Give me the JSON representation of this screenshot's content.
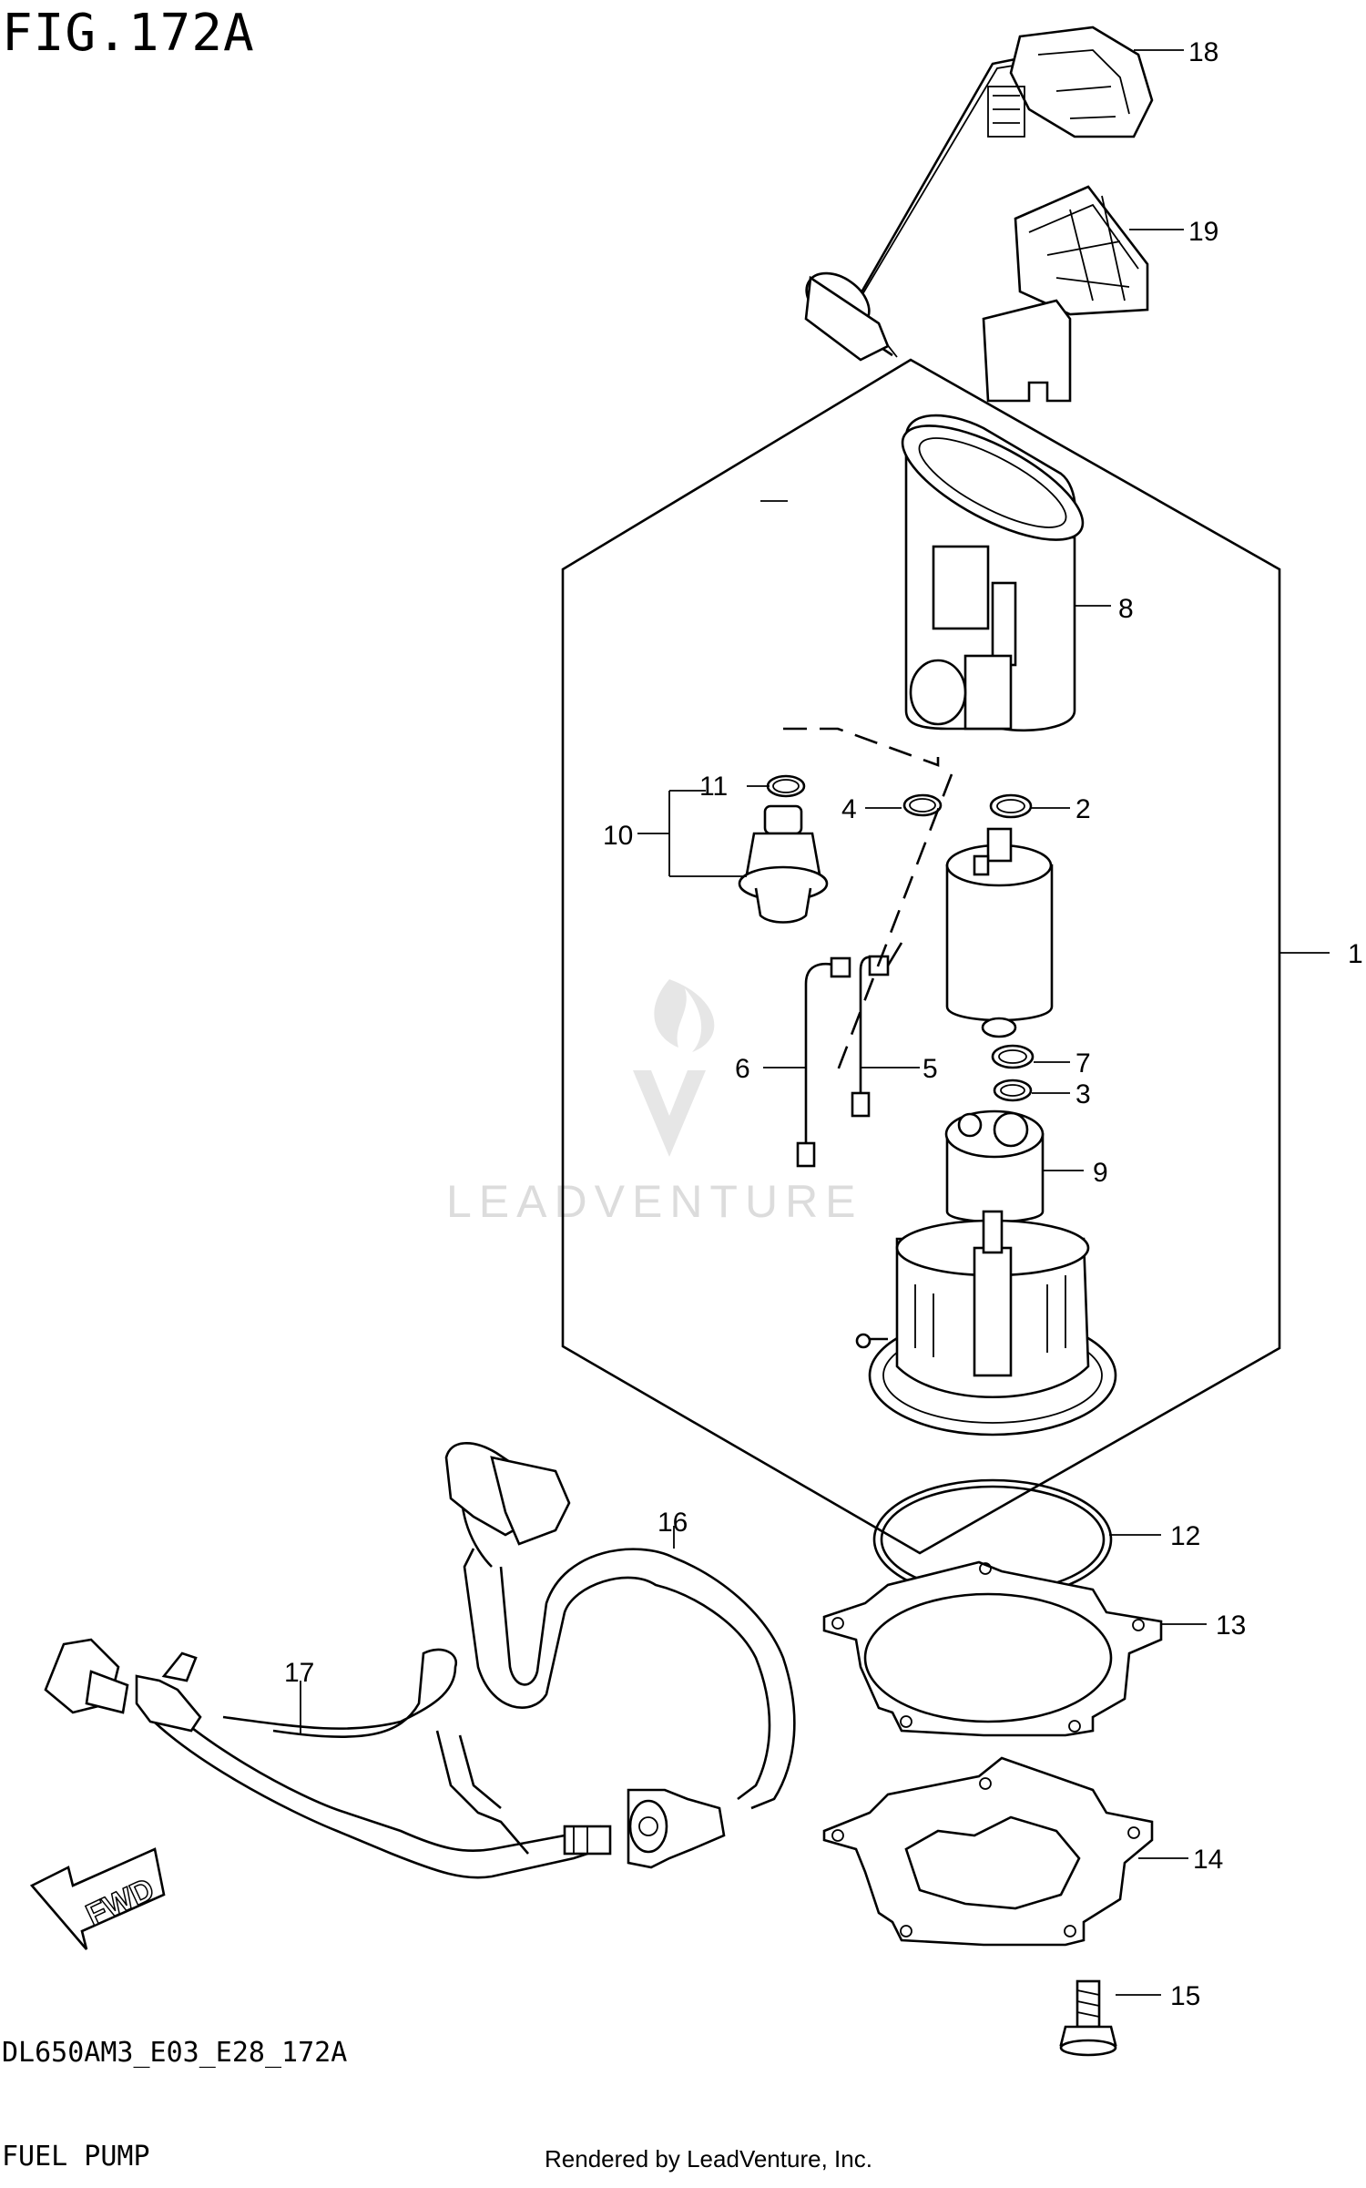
{
  "figure": {
    "title": "FIG.172A",
    "model_code": "DL650AM3_E03_E28_172A",
    "name": "FUEL PUMP",
    "credit": "Rendered by LeadVenture, Inc."
  },
  "watermark": {
    "text": "LEADVENTURE"
  },
  "direction_arrow": {
    "label": "FWD"
  },
  "callouts": [
    "1",
    "2",
    "3",
    "4",
    "5",
    "6",
    "7",
    "8",
    "9",
    "10",
    "11",
    "12",
    "13",
    "14",
    "15",
    "16",
    "17",
    "18",
    "19"
  ],
  "parts": [
    "fuel-level-sender",
    "sender-cover",
    "fuel-filter",
    "fuel-pump",
    "pressure-regulator",
    "pump-base",
    "gasket",
    "pump-plate",
    "pump-holder",
    "bolt",
    "fuel-hose",
    "fuel-hose-assy"
  ]
}
